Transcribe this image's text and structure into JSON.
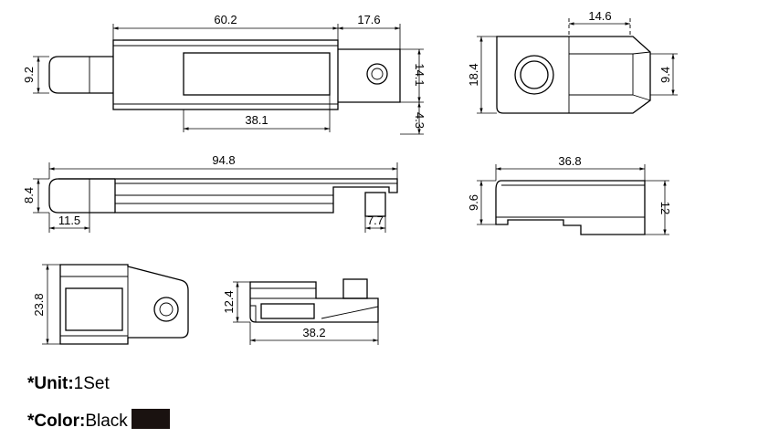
{
  "dimensions": {
    "top_length": "60.2",
    "top_end": "17.6",
    "top_tab_height": "9.2",
    "top_hole_height": "14.1",
    "top_window": "38.1",
    "top_offset": "4.3",
    "right_top_width": "14.6",
    "right_top_height": "18.4",
    "right_top_inner": "9.4",
    "side_length": "94.8",
    "side_height": "8.4",
    "side_tab": "11.5",
    "side_post": "7.7",
    "right_side_width": "36.8",
    "right_side_inner": "9.6",
    "right_side_height": "12",
    "iso_height": "23.8",
    "iso2_height": "12.4",
    "iso2_length": "38.2"
  },
  "legend": {
    "unit_label": "*Unit:",
    "unit_value": "1Set",
    "color_label": "*Color:",
    "color_value": "Black",
    "swatch_color": "#1a1210"
  }
}
